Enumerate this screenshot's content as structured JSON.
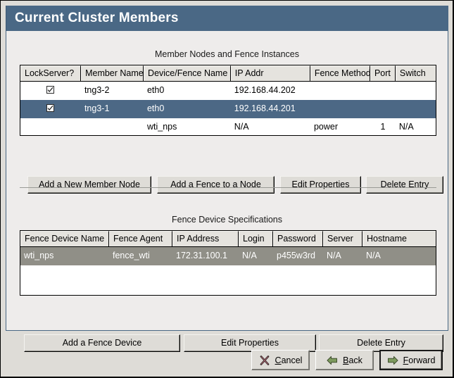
{
  "window": {
    "title": "Current Cluster Members"
  },
  "members_section": {
    "caption": "Member Nodes and Fence Instances",
    "columns": [
      "LockServer?",
      "Member Name",
      "Device/Fence Name",
      "IP Addr",
      "Fence Method",
      "Port",
      "Switch"
    ],
    "rows": [
      {
        "lockserver_checked": true,
        "member_name": "tng3-2",
        "device_fence_name": "eth0",
        "ip_addr": "192.168.44.202",
        "fence_method": "",
        "port": "",
        "switch": "",
        "selected": false
      },
      {
        "lockserver_checked": true,
        "member_name": "tng3-1",
        "device_fence_name": "eth0",
        "ip_addr": "192.168.44.201",
        "fence_method": "",
        "port": "",
        "switch": "",
        "selected": true
      },
      {
        "lockserver_checked": false,
        "member_name": "",
        "device_fence_name": "wti_nps",
        "ip_addr": "N/A",
        "fence_method": "power",
        "port": "1",
        "switch": "N/A",
        "selected": false
      }
    ],
    "buttons": {
      "add_member": "Add a New Member Node",
      "add_fence": "Add a Fence to a Node",
      "edit_properties": "Edit Properties",
      "delete_entry": "Delete Entry"
    }
  },
  "fence_section": {
    "caption": "Fence Device Specifications",
    "columns": [
      "Fence Device Name",
      "Fence Agent",
      "IP Address",
      "Login",
      "Password",
      "Server",
      "Hostname"
    ],
    "rows": [
      {
        "fence_device_name": "wti_nps",
        "fence_agent": "fence_wti",
        "ip_address": "172.31.100.1",
        "login": "N/A",
        "password": "p455w3rd",
        "server": "N/A",
        "hostname": "N/A",
        "selected": true
      }
    ],
    "buttons": {
      "add_fence_device": "Add a Fence Device",
      "edit_properties": "Edit Properties",
      "delete_entry": "Delete Entry"
    }
  },
  "navigation": {
    "cancel": {
      "label_before": "",
      "mnemonic": "C",
      "label_after": "ancel",
      "icon": "cancel-x-icon"
    },
    "back": {
      "label_before": "",
      "mnemonic": "B",
      "label_after": "ack",
      "icon": "arrow-left-icon"
    },
    "forward": {
      "label_before": "",
      "mnemonic": "F",
      "label_after": "orward",
      "icon": "arrow-right-icon"
    }
  },
  "colors": {
    "titlebar": "#4a6885",
    "selection_focused": "#4c6885",
    "selection_unfocused": "#908f87",
    "panel_bg": "#eeeceb",
    "dialog_bg": "#dedcd7",
    "arrow_green": "#6f8a52",
    "cancel_x": "#3a2b2b"
  }
}
